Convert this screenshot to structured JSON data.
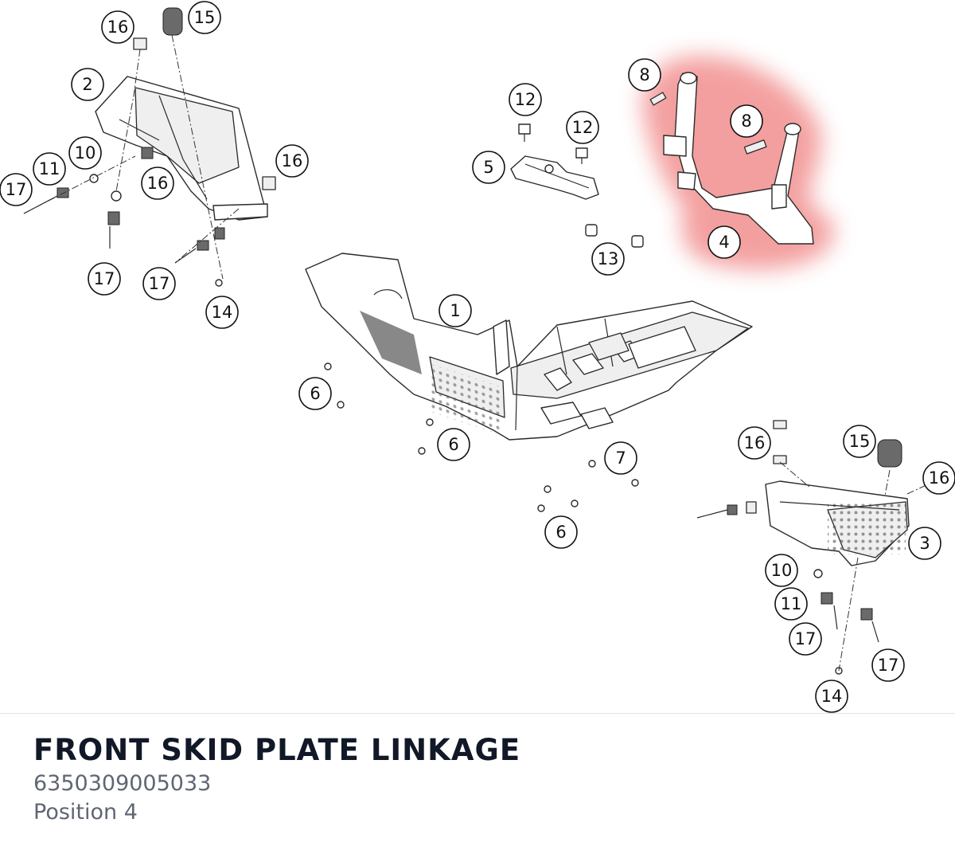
{
  "title": "FRONT SKID PLATE LINKAGE",
  "part_number": "6350309005033",
  "position_label": "Position 4",
  "highlight_color": "#f08080",
  "callouts": [
    {
      "id": "c1",
      "label": "1"
    },
    {
      "id": "c2",
      "label": "2"
    },
    {
      "id": "c3",
      "label": "3"
    },
    {
      "id": "c4",
      "label": "4"
    },
    {
      "id": "c5",
      "label": "5"
    },
    {
      "id": "c6a",
      "label": "6"
    },
    {
      "id": "c6b",
      "label": "6"
    },
    {
      "id": "c6c",
      "label": "6"
    },
    {
      "id": "c7",
      "label": "7"
    },
    {
      "id": "c8a",
      "label": "8"
    },
    {
      "id": "c8b",
      "label": "8"
    },
    {
      "id": "c10a",
      "label": "10"
    },
    {
      "id": "c10b",
      "label": "10"
    },
    {
      "id": "c11a",
      "label": "11"
    },
    {
      "id": "c11b",
      "label": "11"
    },
    {
      "id": "c12a",
      "label": "12"
    },
    {
      "id": "c12b",
      "label": "12"
    },
    {
      "id": "c13",
      "label": "13"
    },
    {
      "id": "c14a",
      "label": "14"
    },
    {
      "id": "c14b",
      "label": "14"
    },
    {
      "id": "c15a",
      "label": "15"
    },
    {
      "id": "c15b",
      "label": "15"
    },
    {
      "id": "c16a",
      "label": "16"
    },
    {
      "id": "c16b",
      "label": "16"
    },
    {
      "id": "c16c",
      "label": "16"
    },
    {
      "id": "c16d",
      "label": "16"
    },
    {
      "id": "c16e",
      "label": "16"
    },
    {
      "id": "c17a",
      "label": "17"
    },
    {
      "id": "c17b",
      "label": "17"
    },
    {
      "id": "c17c",
      "label": "17"
    },
    {
      "id": "c17d",
      "label": "17"
    },
    {
      "id": "c17e",
      "label": "17"
    }
  ]
}
